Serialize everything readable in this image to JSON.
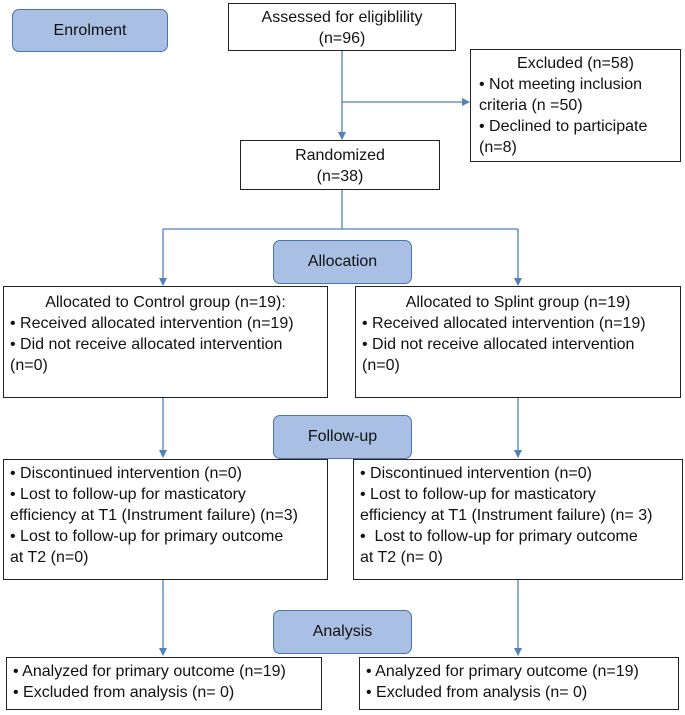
{
  "stages": {
    "enrolment": "Enrolment",
    "allocation": "Allocation",
    "follow_up": "Follow-up",
    "analysis": "Analysis"
  },
  "assessed": {
    "line1": "Assessed for eligiblility",
    "line2": "(n=96)"
  },
  "excluded": {
    "title": "Excluded (n=58)",
    "items": [
      "• Not meeting inclusion",
      "criteria (n =50)",
      "• Declined to participate",
      "(n=8)"
    ]
  },
  "randomized": {
    "line1": "Randomized",
    "line2": "(n=38)"
  },
  "control": {
    "allocation": {
      "title": "Allocated to Control group (n=19):",
      "lines": [
        "• Received allocated intervention (n=19)",
        "• Did not receive allocated intervention",
        "(n=0)"
      ]
    },
    "follow_up": {
      "lines": [
        "• Discontinued intervention (n=0)",
        "• Lost to follow-up for masticatory",
        "efficiency at T1 (Instrument failure) (n=3)",
        "• Lost to follow-up for primary outcome",
        "at T2 (n=0)"
      ]
    },
    "analysis": {
      "lines": [
        "• Analyzed for primary outcome (n=19)",
        "• Excluded from analysis (n= 0)"
      ]
    }
  },
  "splint": {
    "allocation": {
      "title": "Allocated to Splint group (n=19)",
      "lines": [
        "• Received allocated intervention (n=19)",
        "• Did not receive allocated intervention",
        "(n=0)"
      ]
    },
    "follow_up": {
      "lines": [
        "• Discontinued intervention (n=0)",
        "• Lost to follow-up for masticatory",
        "efficiency at T1 (Instrument failure) (n= 3)",
        "•  Lost to follow-up for primary outcome",
        "at T2 (n= 0)"
      ]
    },
    "analysis": {
      "lines": [
        "• Analyzed for primary outcome (n=19)",
        "• Excluded from analysis (n= 0)"
      ]
    }
  },
  "colors": {
    "arrow": "#4f81bd",
    "pill_fill": "#a9bfe3",
    "pill_border": "#4e73b0"
  }
}
